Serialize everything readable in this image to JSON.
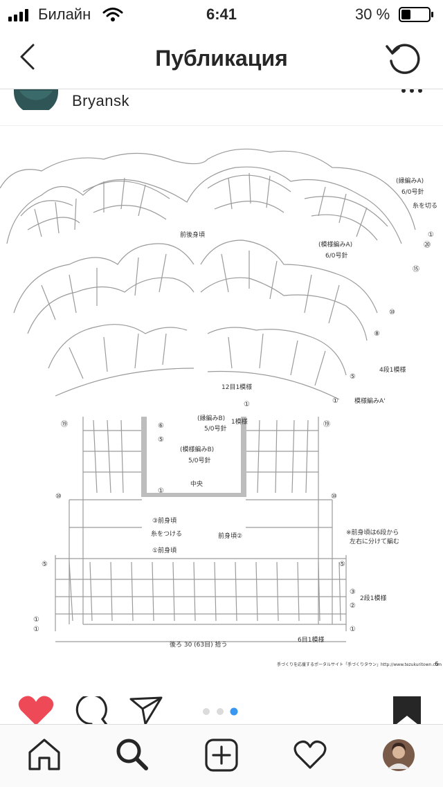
{
  "status_bar": {
    "carrier": "Билайн",
    "time": "6:41",
    "battery": "30 %"
  },
  "nav": {
    "title": "Публикация"
  },
  "post": {
    "location": "Bryansk"
  },
  "diagram": {
    "labels": {
      "front_back_collar": "前後身頃",
      "pattern_a_right": "(模様編みA)",
      "hook_60_a": "6/0号針",
      "edge_a": "(縁編みA)",
      "hook_60_edge": "6/0号針",
      "cut_yarn": "糸を切る",
      "row_label": "4段1模様",
      "pattern_a_prime": "模様編みA'",
      "repeat_12": "12目1模様",
      "edge_b": "(縁編みB)",
      "hook_50_b": "5/0号針",
      "one_pattern": "1模様",
      "pattern_b": "(模様編みB)",
      "hook_50": "5/0号針",
      "center": "中央",
      "front_3": "③前身頃",
      "attach_yarn": "糸をつける",
      "front_1": "①前身頃",
      "front_2": "前身頃②",
      "note_1": "※前身頃は6段から",
      "note_2": "左右に分けて編む",
      "two_rows": "2段1模様",
      "repeat_6": "6目1模様",
      "back_pickup": "後ろ 30 (63目) 拾う",
      "footer": "手づくりを応援するポータルサイト「手づくりタウン」http://www.tezukuritown.com",
      "page_no": "6"
    },
    "row_numbers": {
      "r1": "①",
      "r3": "③",
      "r5": "⑤",
      "r6": "⑥",
      "r8": "⑧",
      "r10": "⑩",
      "r15": "⑮",
      "r19": "⑲",
      "r20": "⑳",
      "r2": "②"
    }
  },
  "actions": {
    "carousel_dots": 3,
    "active_dot": 3
  },
  "tab_bar": {
    "items": [
      "home",
      "search",
      "new-post",
      "activity",
      "profile"
    ]
  },
  "colors": {
    "like_red": "#ed4956",
    "dot_active": "#3897f0",
    "dot_inactive": "#dbdbdb",
    "text": "#262626"
  }
}
